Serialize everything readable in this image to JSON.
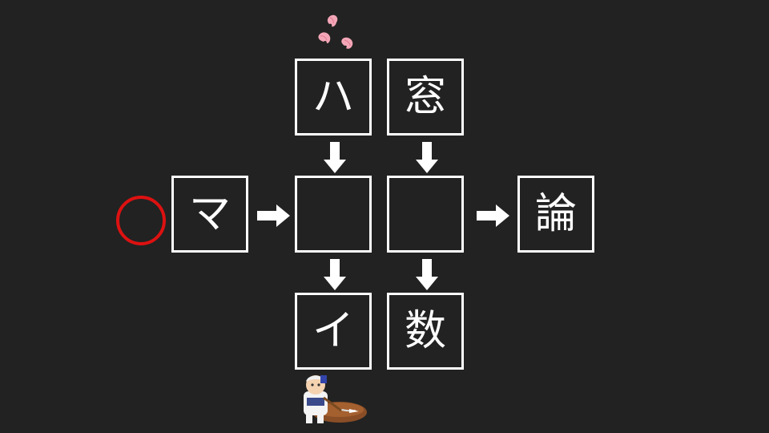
{
  "puzzle": {
    "cells": {
      "top_left": "ハ",
      "top_right": "窓",
      "left": "マ",
      "center_left": "",
      "center_right": "",
      "right": "論",
      "bottom_left": "イ",
      "bottom_right": "数"
    },
    "colors": {
      "background": "#222222",
      "box_border": "#ffffff",
      "text": "#ffffff",
      "marker": "#dd1111"
    },
    "marker_icon": "red-circle",
    "decorations": [
      "cherry-blossom-petals",
      "character-with-broom-illustration"
    ]
  }
}
